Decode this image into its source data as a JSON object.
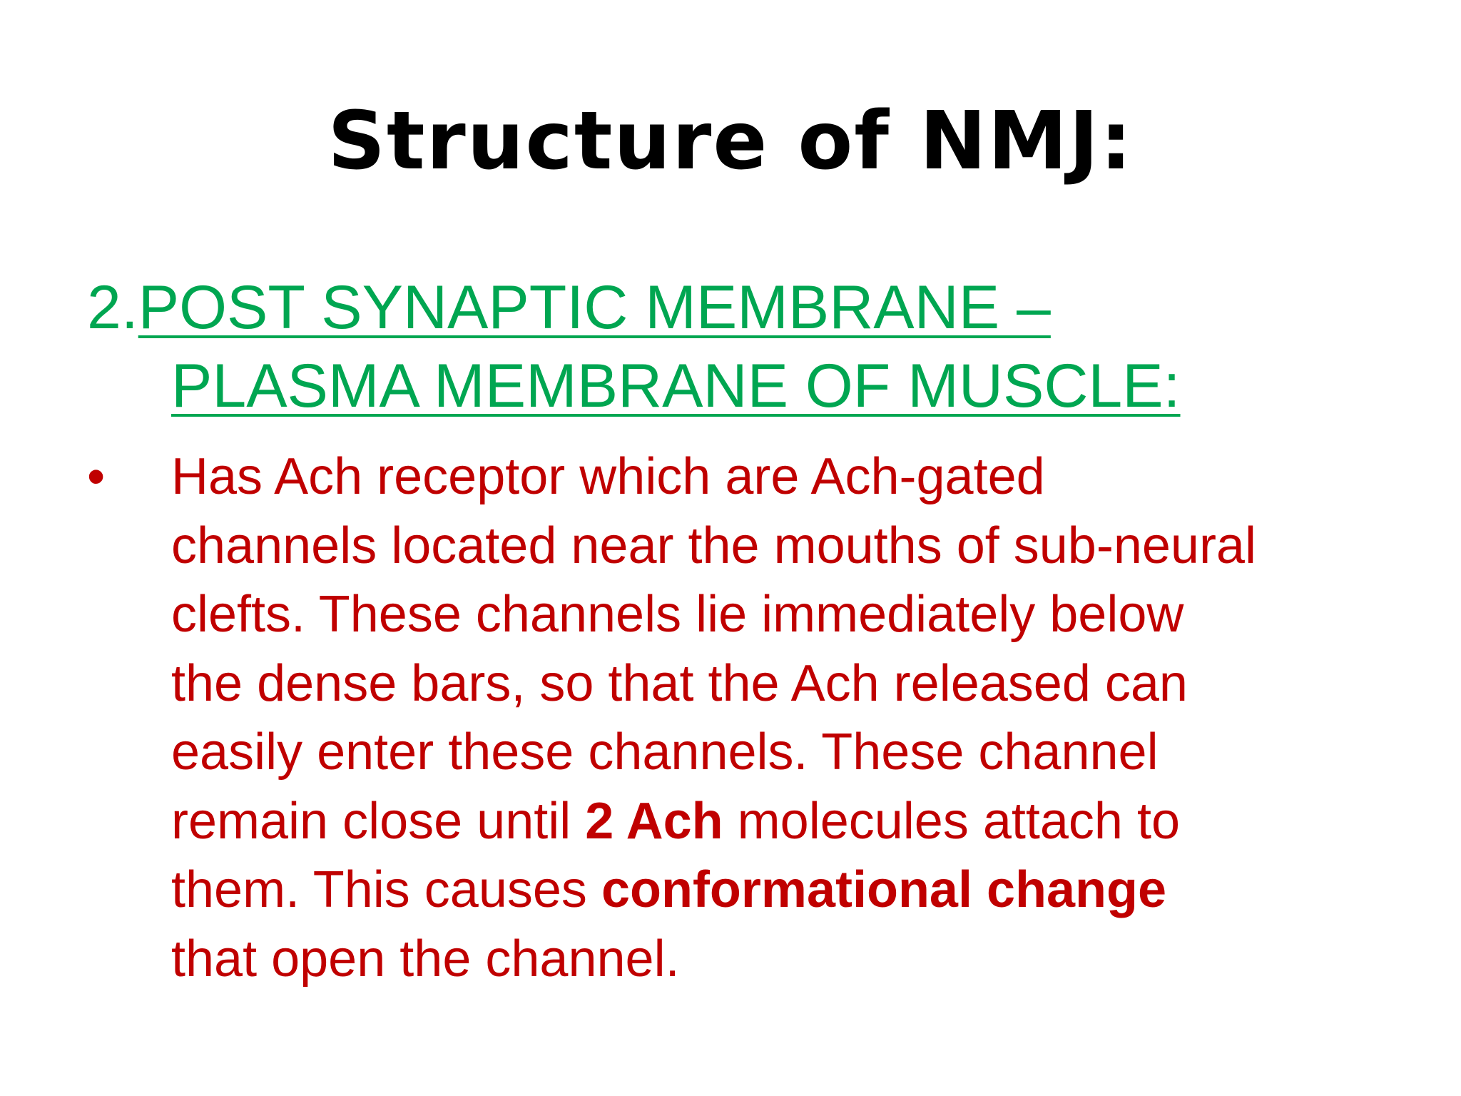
{
  "title": "Structure of NMJ:",
  "heading": {
    "number": "2. ",
    "line1": "POST SYNAPTIC MEMBRANE –",
    "line2": "PLASMA MEMBRANE OF MUSCLE:"
  },
  "bullet": {
    "marker": "•",
    "lines": [
      "Has Ach receptor which are Ach-gated",
      "channels located near the mouths of sub-neural",
      "clefts. These channels lie immediately below",
      "the dense bars, so that the Ach released can",
      "easily enter these channels. These channel"
    ],
    "line6_pre": "remain close until ",
    "line6_bold": "2 Ach",
    "line6_post": " molecules attach to",
    "line7_pre": "them. This causes ",
    "line7_bold": "conformational change",
    "line8": "that open the channel."
  },
  "colors": {
    "title": "#000000",
    "heading": "#00a651",
    "body": "#c00000",
    "background": "#ffffff"
  }
}
